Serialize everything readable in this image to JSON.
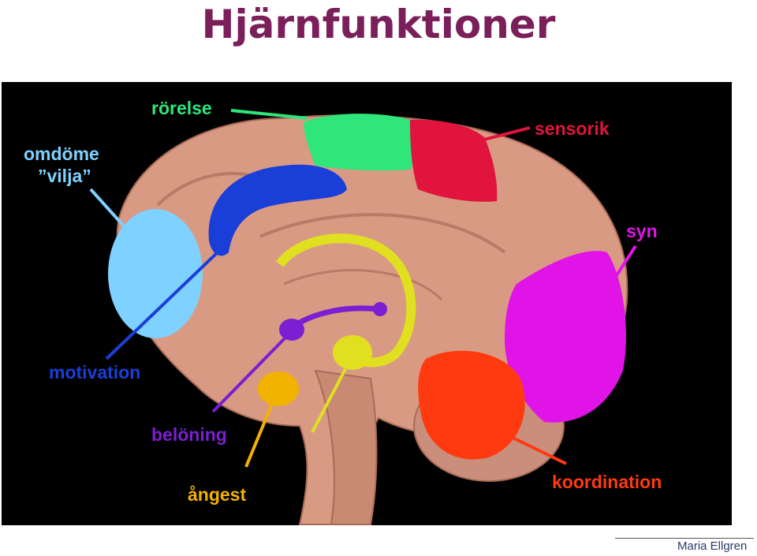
{
  "title": "Hjärnfunktioner",
  "labels": {
    "judgement": "omdöme",
    "will": "”vilja”",
    "movement": "rörelse",
    "sensory": "sensorik",
    "vision": "syn",
    "motivation": "motivation",
    "reward": "belöning",
    "anxiety": "ångest",
    "coordination": "koordination"
  },
  "credit": "Maria Ellgren",
  "colors": {
    "title": "#7a1f5a",
    "background": "#000000",
    "brain": "#d99a84",
    "judgement_area": "#7fd1ff",
    "motivation_area": "#1a3fd9",
    "movement_area": "#2ee67a",
    "sensory_area": "#e0143c",
    "vision_area": "#e014e6",
    "reward_path": "#7a1fd1",
    "anxiety_area": "#f2b200",
    "limbic_arc": "#e0e020",
    "coordination_area": "#ff3a10"
  }
}
